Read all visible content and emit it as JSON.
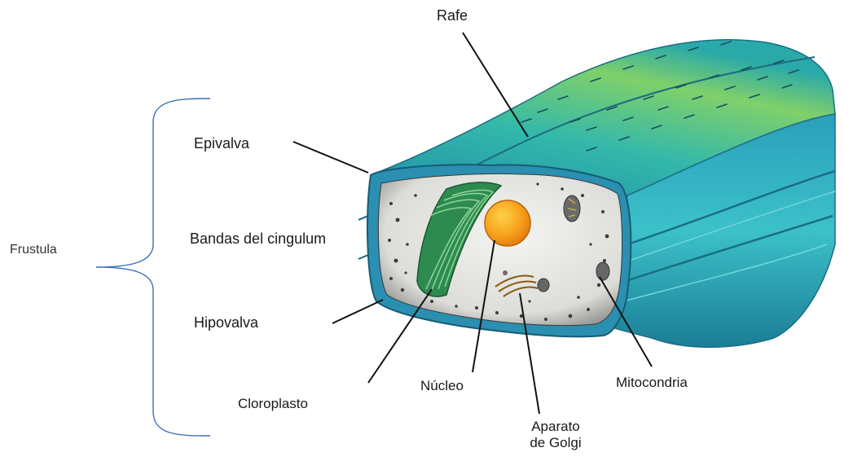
{
  "labels": {
    "rafe": "Rafe",
    "epivalva": "Epivalva",
    "bandas": "Bandas del cingulum",
    "hipovalva": "Hipovalva",
    "frustula": "Frustula",
    "cloroplasto": "Cloroplasto",
    "nucleo": "Núcleo",
    "aparato_line1": "Aparato",
    "aparato_line2": "de Golgi",
    "mitocondria": "Mitocondria"
  },
  "colors": {
    "brace": "#3b6fb6",
    "leader_line": "#111111",
    "shell_light": "#7fd06a",
    "shell_mid": "#2bb3ad",
    "shell_dark": "#1a7f95",
    "rim": "#2a8fb0",
    "cytoplasm": "#e9e9e6",
    "chloroplast": "#2e8b4f",
    "nucleus": "#f39a1a",
    "golgi": "#b8862a",
    "mitochondria": "#555555"
  }
}
